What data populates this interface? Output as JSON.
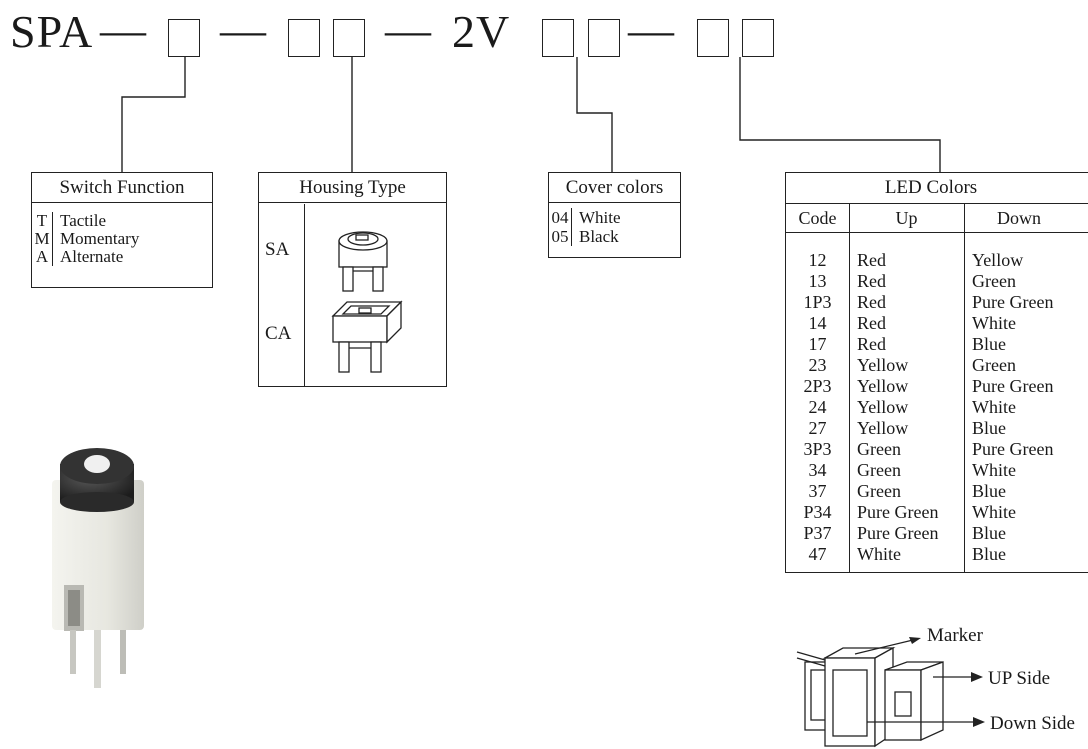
{
  "part_code": {
    "prefix": "SPA",
    "voltage": "2V",
    "separator": "—"
  },
  "switch_function": {
    "title": "Switch Function",
    "items": [
      {
        "code": "T",
        "label": "Tactile"
      },
      {
        "code": "M",
        "label": "Momentary"
      },
      {
        "code": "A",
        "label": "Alternate"
      }
    ]
  },
  "housing_type": {
    "title": "Housing Type",
    "items": [
      {
        "code": "SA",
        "icon": "round-housing-icon"
      },
      {
        "code": "CA",
        "icon": "square-housing-icon"
      }
    ]
  },
  "cover_colors": {
    "title": "Cover colors",
    "items": [
      {
        "code": "04",
        "label": "White"
      },
      {
        "code": "05",
        "label": "Black"
      }
    ]
  },
  "led_colors": {
    "title": "LED Colors",
    "headers": [
      "Code",
      "Up",
      "Down"
    ],
    "rows": [
      [
        "12",
        "Red",
        "Yellow"
      ],
      [
        "13",
        "Red",
        "Green"
      ],
      [
        "1P3",
        "Red",
        "Pure Green"
      ],
      [
        "14",
        "Red",
        "White"
      ],
      [
        "17",
        "Red",
        "Blue"
      ],
      [
        "23",
        "Yellow",
        "Green"
      ],
      [
        "2P3",
        "Yellow",
        "Pure Green"
      ],
      [
        "24",
        "Yellow",
        "White"
      ],
      [
        "27",
        "Yellow",
        "Blue"
      ],
      [
        "3P3",
        "Green",
        "Pure Green"
      ],
      [
        "34",
        "Green",
        "White"
      ],
      [
        "37",
        "Green",
        "Blue"
      ],
      [
        "P34",
        "Pure Green",
        "White"
      ],
      [
        "P37",
        "Pure Green",
        "Blue"
      ],
      [
        "47",
        "White",
        "Blue"
      ]
    ]
  },
  "side_diagram": {
    "marker": "Marker",
    "up_side": "UP Side",
    "down_side": "Down Side"
  },
  "colors": {
    "line": "#222222",
    "cap": "#2a2a2a",
    "body": "#e6e6e0"
  }
}
